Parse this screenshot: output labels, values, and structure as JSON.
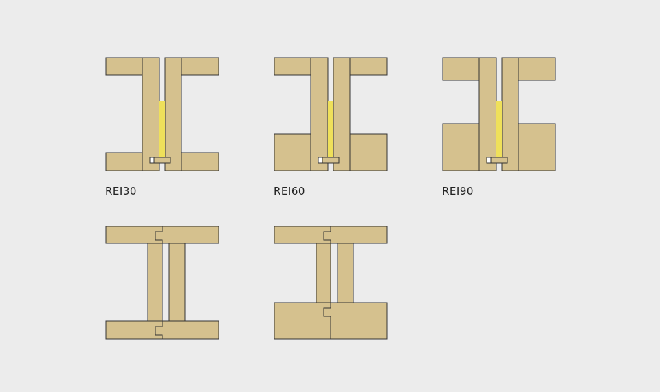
{
  "details": [
    {
      "id": "rei30",
      "label": "REI30"
    },
    {
      "id": "rei60",
      "label": "REI60"
    },
    {
      "id": "rei90",
      "label": "REI90"
    },
    {
      "id": "slab-continuous-wall-junction",
      "label": null
    },
    {
      "id": "slab-wall-junction-thick-floor",
      "label": null
    }
  ],
  "colors": {
    "background": "#ececec",
    "timber": "#d5c18e",
    "fire_seal": "#efe05a",
    "outline": "#333333"
  }
}
